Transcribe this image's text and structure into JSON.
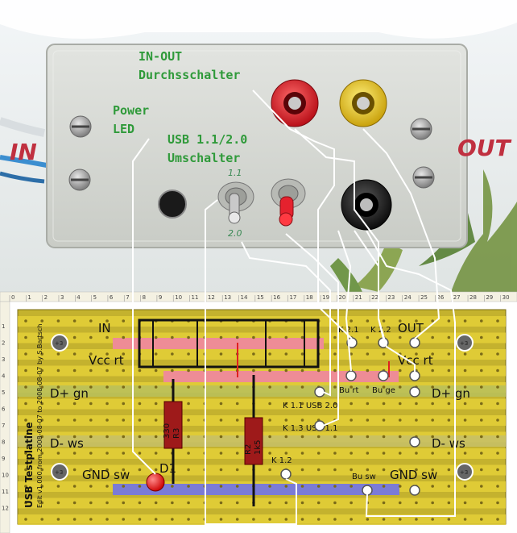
{
  "photo": {
    "labels": {
      "in_out_line1": "IN-OUT",
      "in_out_line2": "Durchsschalter",
      "power_line1": "Power",
      "power_line2": "LED",
      "usb_line1": "USB 1.1/2.0",
      "usb_line2": "Umschalter",
      "in": "IN",
      "out": "OUT",
      "switch_top_mark": "1.1",
      "switch_bottom_mark": "2.0"
    },
    "colors": {
      "sky": "#f1f5f7",
      "box": "#d9dcd8",
      "jack_red": "#d6202a",
      "jack_yellow": "#e8c81a",
      "jack_black": "#1b1b1b",
      "foliage": "#6a8a3a"
    }
  },
  "board": {
    "title": "USB Testplatine",
    "subtitle": "Edit v1.000 from 2008-08-07 to 2008-08-07 by S.Bartsch",
    "ruler_columns": [
      "0",
      "1",
      "2",
      "3",
      "4",
      "5",
      "6",
      "7",
      "8",
      "9",
      "10",
      "11",
      "12",
      "13",
      "14",
      "15",
      "16",
      "17",
      "18",
      "19",
      "20",
      "21",
      "22",
      "23",
      "24",
      "25",
      "26",
      "27",
      "28",
      "29",
      "30"
    ],
    "ruler_rows": [
      "1",
      "2",
      "3",
      "4",
      "5",
      "6",
      "7",
      "8",
      "9",
      "10",
      "11",
      "12"
    ],
    "labels": {
      "in": "IN",
      "out": "OUT",
      "vcc_left": "Vcc rt",
      "vcc_right": "Vcc rt",
      "dplus_left": "D+ gn",
      "dplus_right": "D+ gn",
      "dminus_left": "D- ws",
      "dminus_right": "D- ws",
      "gnd_left": "GND sw",
      "gnd_right": "GND sw",
      "k21": "K 2.1",
      "k22": "K 2.2",
      "burt": "Bu rt",
      "buge": "Bu ge",
      "busw": "Bu sw",
      "k11": "K 1.1 USB 2.0",
      "k13": "K 1.3 USB 1.1",
      "k12": "K 1.2",
      "r3": "R3",
      "r3_val": "330",
      "r2": "R2",
      "r2_val": "1k5",
      "d1": "D1",
      "hole_mark": "+3"
    },
    "colors": {
      "board": "#c4b22e",
      "track": "#e8d33a",
      "hole": "#7a6a18",
      "vcc_track": "#ee8c96",
      "gnd_track": "#7b7bd6",
      "dplus_track": "#b8c05a",
      "dminus_track": "#c9c062",
      "resistor": "#9e1a1a",
      "led": "#e01616",
      "wire": "#ffffff"
    }
  }
}
